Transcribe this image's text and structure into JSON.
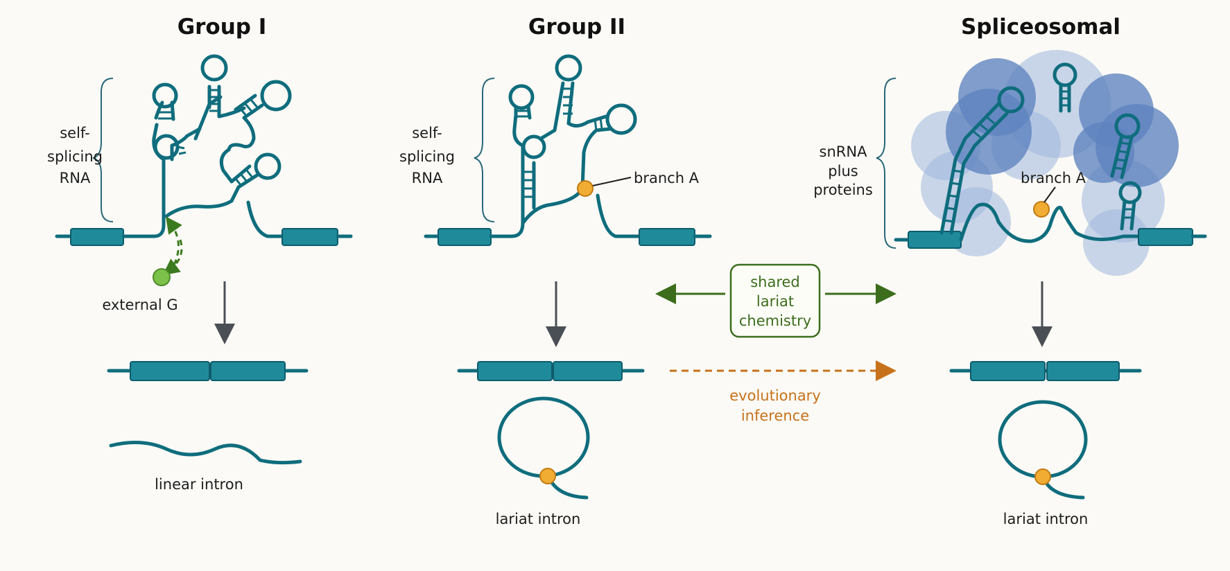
{
  "columns": [
    {
      "title": "Group I",
      "side_label": [
        "self-",
        "splicing",
        "RNA"
      ],
      "cofactor_label": "external G",
      "product_label": "linear intron"
    },
    {
      "title": "Group II",
      "side_label": [
        "self-",
        "splicing",
        "RNA"
      ],
      "branch_label": "branch A",
      "product_label": "lariat intron"
    },
    {
      "title": "Spliceosomal",
      "side_label": [
        "snRNA",
        "plus",
        "proteins"
      ],
      "branch_label": "branch A",
      "product_label": "lariat intron"
    }
  ],
  "shared_box": [
    "shared",
    "lariat",
    "chemistry"
  ],
  "inference_label": [
    "evolutionary",
    "inference"
  ],
  "colors": {
    "rna": "#0f6d7d",
    "exon": "#1f8a9a",
    "branch_point": "#f1ac33",
    "external_g": "#7cc24a",
    "shared_green": "#3c6d1d",
    "inference_orange": "#c7721b",
    "protein": "#5d83bf"
  }
}
